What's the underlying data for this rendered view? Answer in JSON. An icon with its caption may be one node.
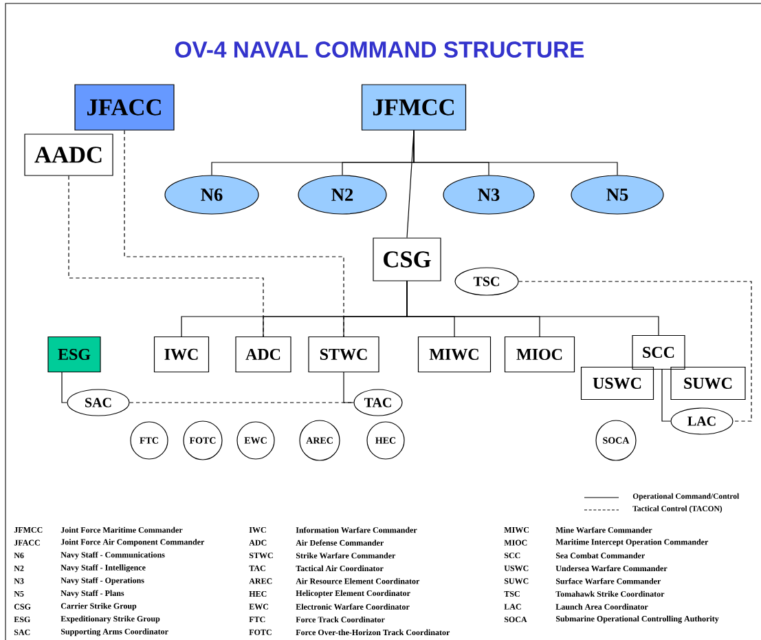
{
  "diagram": {
    "title": "OV-4 NAVAL COMMAND STRUCTURE",
    "nodes": [
      {
        "text": [
          "JFACC"
        ]
      },
      {
        "text": [
          "JFMCC"
        ]
      },
      {
        "text": [
          "AADC"
        ]
      },
      {
        "text": [
          "N6"
        ]
      },
      {
        "text": [
          "N2"
        ]
      },
      {
        "text": [
          "N3"
        ]
      },
      {
        "text": [
          "N5"
        ]
      },
      {
        "text": [
          "CSG"
        ]
      },
      {
        "text": [
          "TSC"
        ]
      },
      {
        "text": [
          "ESG"
        ]
      },
      {
        "text": [
          "IWC"
        ]
      },
      {
        "text": [
          "ADC"
        ]
      },
      {
        "text": [
          "STWC"
        ]
      },
      {
        "text": [
          "MIWC"
        ]
      },
      {
        "text": [
          "MIOC"
        ]
      },
      {
        "text": [
          "SCC"
        ]
      },
      {
        "text": [
          "USWC"
        ]
      },
      {
        "text": [
          "SUWC"
        ]
      },
      {
        "text": [
          "SAC"
        ]
      },
      {
        "text": [
          "TAC"
        ]
      },
      {
        "text": [
          "LAC"
        ]
      },
      {
        "text": [
          "FTC"
        ]
      },
      {
        "text": [
          "FOTC"
        ]
      },
      {
        "text": [
          "EWC"
        ]
      },
      {
        "text": [
          "AREC"
        ]
      },
      {
        "text": [
          "HEC"
        ]
      },
      {
        "text": [
          "SOCA"
        ]
      }
    ],
    "edges": [
      {
        "from": 1,
        "to": 3,
        "arrow": "none"
      },
      {
        "from": 1,
        "to": 4,
        "arrow": "none"
      },
      {
        "from": 1,
        "to": 5,
        "arrow": "none"
      },
      {
        "from": 1,
        "to": 6,
        "arrow": "none"
      },
      {
        "from": 1,
        "to": 7,
        "arrow": "none"
      },
      {
        "from": 7,
        "to": 10,
        "arrow": "none"
      },
      {
        "from": 7,
        "to": 11,
        "arrow": "none"
      },
      {
        "from": 7,
        "to": 12,
        "arrow": "none"
      },
      {
        "from": 7,
        "to": 13,
        "arrow": "none"
      },
      {
        "from": 7,
        "to": 14,
        "arrow": "none"
      },
      {
        "from": 7,
        "to": 15,
        "arrow": "none"
      },
      {
        "from": 9,
        "to": 18,
        "arrow": "none"
      },
      {
        "from": 12,
        "to": 19,
        "arrow": "none"
      },
      {
        "from": 15,
        "to": 20,
        "arrow": "none"
      },
      {
        "from": 0,
        "to": 12,
        "arrow": "none",
        "style": "dashed"
      },
      {
        "from": 2,
        "to": 11,
        "arrow": "none",
        "style": "dashed"
      },
      {
        "from": 18,
        "to": 19,
        "arrow": "none",
        "style": "dashed"
      },
      {
        "from": 8,
        "to": 20,
        "arrow": "none",
        "style": "dashed"
      }
    ],
    "labels": [
      "JFMCC",
      "Joint Force Maritime Commander",
      "IWC",
      "Information Warfare Commander",
      "MIWC",
      "Mine Warfare Commander",
      "JFACC",
      "Joint Force Air Component Commander",
      "ADC",
      "Air Defense Commander",
      "MIOC",
      "Maritime Intercept Operation Commander",
      "N6",
      "Navy Staff - Communications",
      "STWC",
      "Strike Warfare Commander",
      "SCC",
      "Sea Combat Commander",
      "N2",
      "Navy Staff - Intelligence",
      "TAC",
      "Tactical Air Coordinator",
      "USWC",
      "Undersea  Warfare Commander",
      "N3",
      "Navy Staff - Operations",
      "AREC",
      "Air Resource Element Coordinator",
      "SUWC",
      "Surface Warfare Commander",
      "N5",
      "Navy Staff - Plans",
      "HEC",
      "Helicopter Element Coordinator",
      "TSC",
      "Tomahawk Strike Coordinator",
      "CSG",
      "Carrier Strike Group",
      "EWC",
      "Electronic Warfare Coordinator",
      "LAC",
      "Launch Area Coordinator",
      "ESG",
      "Expeditionary Strike Group",
      "FTC",
      "Force Track Coordinator",
      "SOCA",
      "Submarine Operational Controlling Authority",
      "SAC",
      "Supporting Arms Coordinator",
      "FOTC",
      "Force Over-the-Horizon Track Coordinator"
    ],
    "legend": [
      {
        "text": "Operational Command/Control"
      },
      {
        "text": "Tactical Control (TACON)"
      }
    ]
  }
}
